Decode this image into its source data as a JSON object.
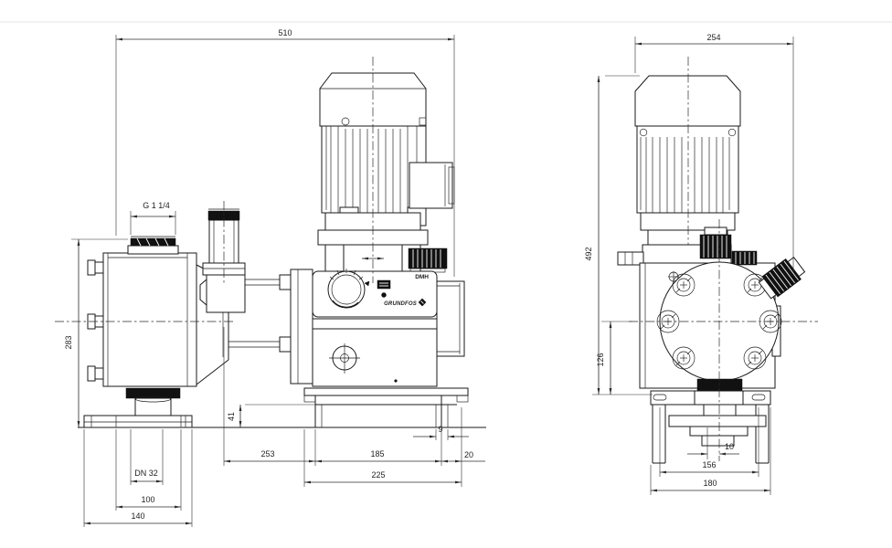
{
  "drawing": {
    "brand_label": "GRUNDFOS",
    "model_label": "DMH",
    "front_view": {
      "dims": {
        "overall_length": "510",
        "connection_thread": "G 1 1/4",
        "height_to_connection": "283",
        "base_height": "41",
        "valve_to_base": "253",
        "base_slot_span": "185",
        "base_end_offset": "20",
        "base_lip": "9",
        "base_length": "225",
        "flange_nominal": "DN 32",
        "flange_bolt_circle": "100",
        "flange_diameter": "140"
      }
    },
    "side_view": {
      "dims": {
        "overall_width": "254",
        "overall_height": "492",
        "center_to_base": "126",
        "pipe_offset": "10",
        "base_slot_span": "156",
        "base_width": "180"
      }
    }
  }
}
